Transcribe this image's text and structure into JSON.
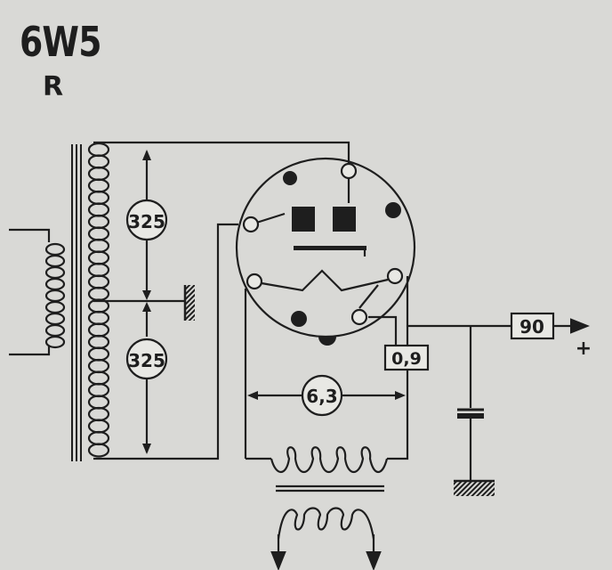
{
  "header": {
    "tube_type": "6W5",
    "variant": "R"
  },
  "labels": {
    "upper_half_voltage": "325",
    "lower_half_voltage": "325",
    "filament_voltage": "6,3",
    "filament_current": "0,9",
    "output_voltage": "90",
    "output_polarity": "+"
  },
  "colors": {
    "ink": "#1e1e1e",
    "paper": "#d9d9d6"
  }
}
